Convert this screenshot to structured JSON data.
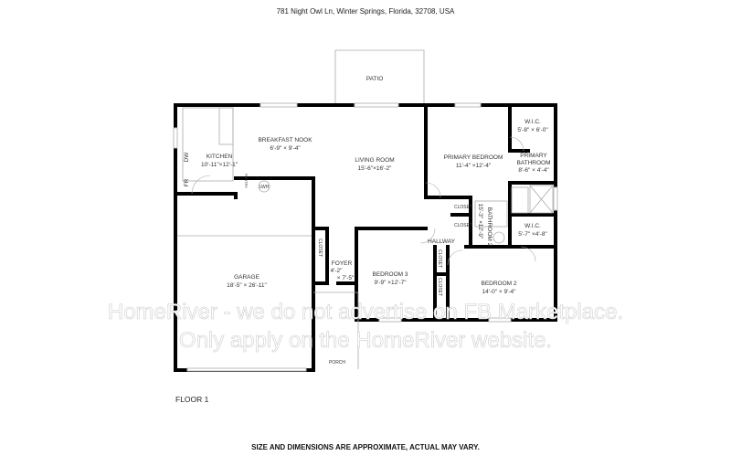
{
  "address": "781 Night Owl Ln, Winter Springs, Florida, 32708, USA",
  "floor_label": "FLOOR 1",
  "disclaimer": "SIZE AND DIMENSIONS ARE APPROXIMATE, ACTUAL MAY VARY.",
  "watermark": {
    "line1": "HomeRiver - we do not advertise on FB Marketplace.",
    "line2": "Only apply on the HomeRiver website."
  },
  "rooms": {
    "patio": {
      "name": "PATIO"
    },
    "breakfast_nook": {
      "name": "BREAKFAST NOOK",
      "size": "6'-9\" × 9'-4\""
    },
    "kitchen": {
      "name": "KITCHEN",
      "size": "10'-11\"×12'-1\""
    },
    "living_room": {
      "name": "LIVING ROOM",
      "size": "15'-6\"×16'-2\""
    },
    "primary_bedroom": {
      "name": "PRIMARY BEDROOM",
      "size": "11'-4\" ×12'-4\""
    },
    "wic_primary": {
      "name": "W.I.C.",
      "size": "5'-8\" × 6'-0\""
    },
    "primary_bathroom": {
      "name1": "PRIMARY",
      "name2": "BATHROOM",
      "size": "8'-6\" × 4'-4\""
    },
    "wic_2": {
      "name": "W.I.C.",
      "size": "5'-7\" ×4'-8\""
    },
    "bathroom_2": {
      "name": "BATHROOM 2",
      "size": "15'-3\" ×12'-9\""
    },
    "hallway": {
      "name": "HALLWAY"
    },
    "bedroom_3": {
      "name": "BEDROOM 3",
      "size": "9'-9\" ×12'-7\""
    },
    "bedroom_2": {
      "name": "BEDROOM 2",
      "size": "14'-0\" × 9'-4\""
    },
    "foyer": {
      "name": "FOYER",
      "size1": "4'-2\"",
      "size2": "× 7'-5\""
    },
    "garage": {
      "name": "GARAGE",
      "size": "18'-5\" × 26'-11\""
    },
    "porch": {
      "name": "PORCH"
    }
  },
  "fixtures": {
    "closet": "CLOSET",
    "pantry": "PANTRY",
    "water_heater": "LWH",
    "dishwasher": "DW",
    "fridge": "FR"
  }
}
